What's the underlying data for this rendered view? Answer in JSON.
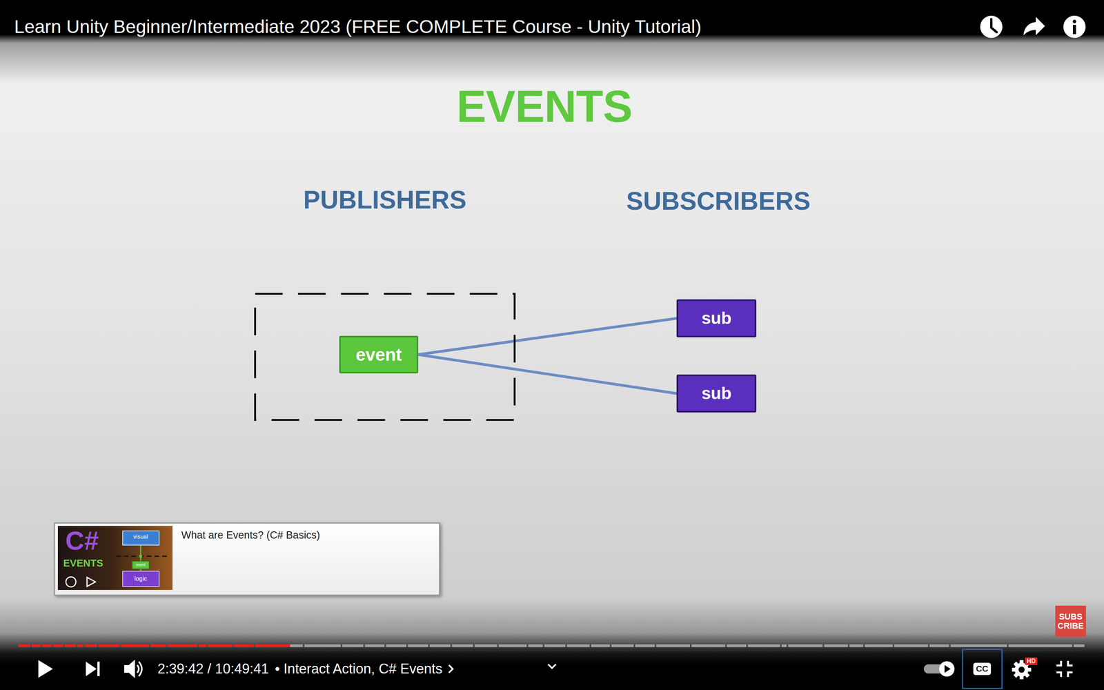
{
  "diagram": {
    "title": "EVENTS",
    "nodes": [
      {
        "text": [
          "PUBLISHERS"
        ]
      },
      {
        "text": [
          "event"
        ],
        "in": 0
      },
      {
        "text": [
          "sub"
        ]
      },
      {
        "text": [
          "sub"
        ]
      },
      {
        "text": [
          "What are Events? (C# Basics)"
        ]
      }
    ],
    "edges": [
      {
        "from": 1,
        "to": 2,
        "arrow": "none"
      },
      {
        "from": 1,
        "to": 3,
        "arrow": "none"
      }
    ],
    "labels": [
      "Learn Unity Beginner/Intermediate 2023 (FREE COMPLETE Course - Unity Tutorial)",
      "SUBSCRIBERS",
      "C#",
      "EVENTS",
      "visual",
      "event",
      "logic",
      "SUBS CRIBE",
      "2:39:42 / 10:49:41",
      "• Interact Action, C# Events",
      "CC",
      "HD"
    ]
  }
}
